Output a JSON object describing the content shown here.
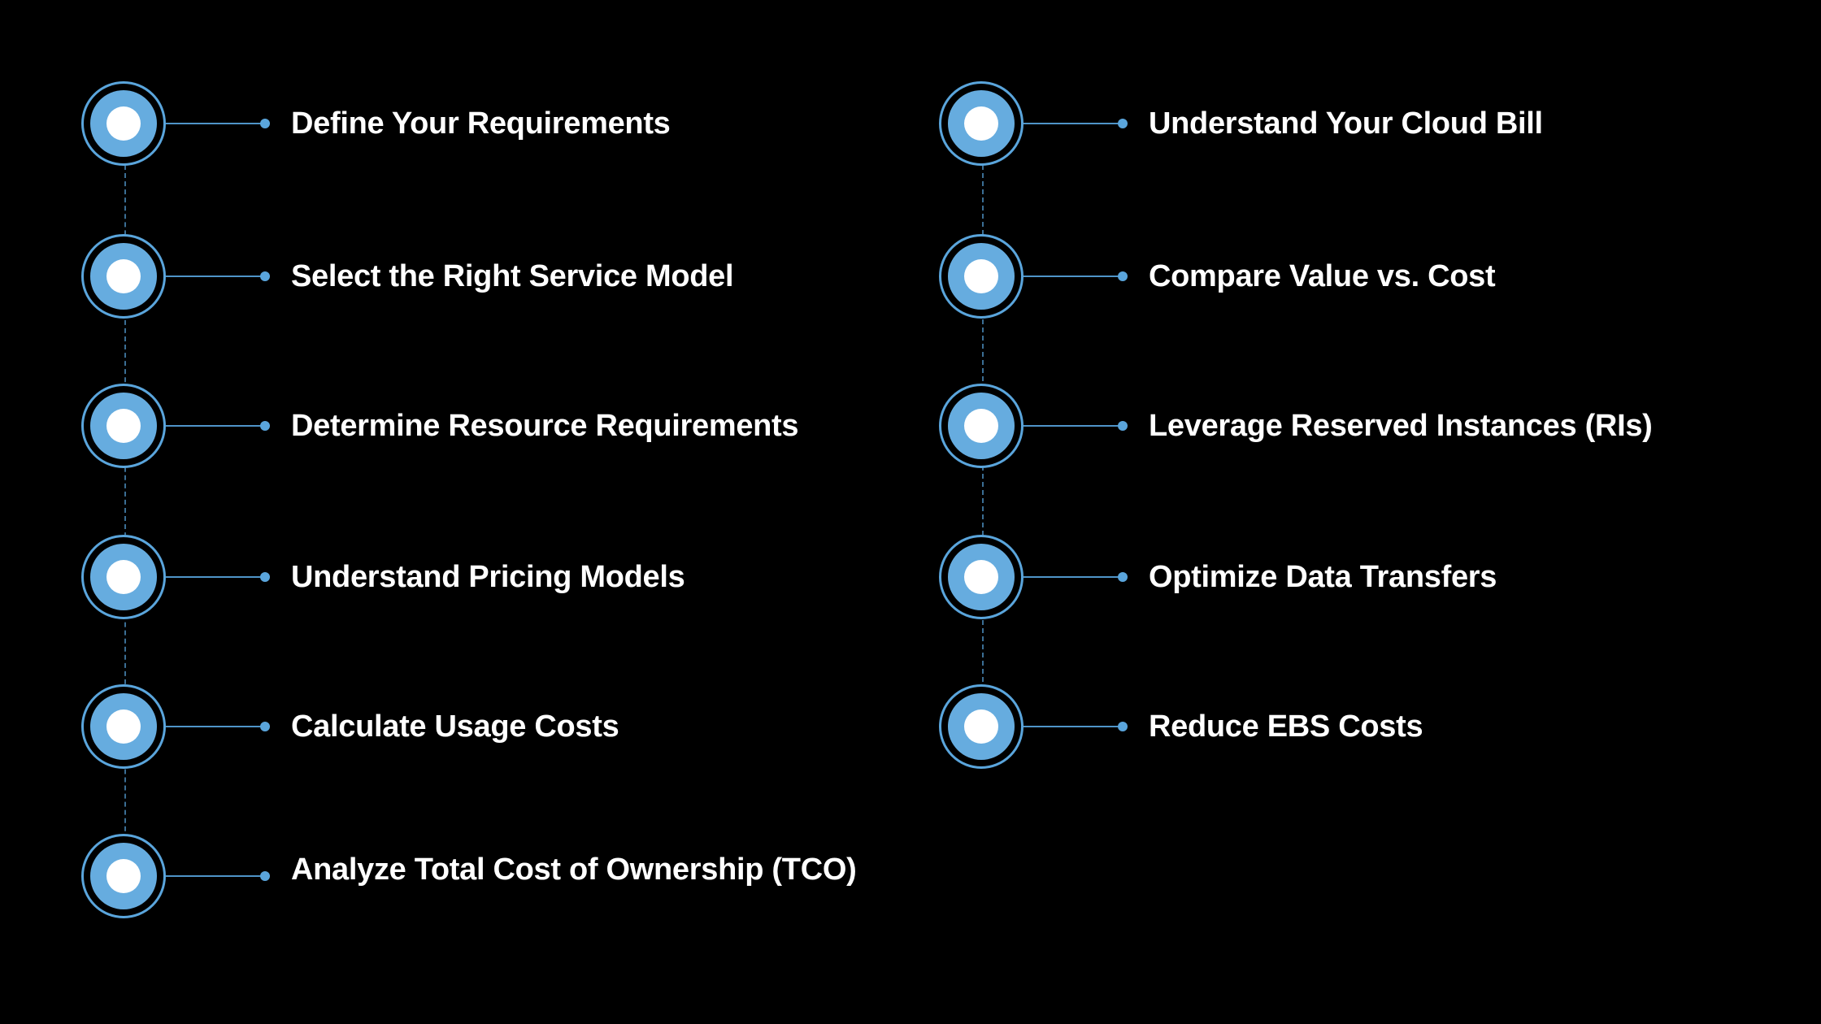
{
  "colors": {
    "background": "#000000",
    "accent": "#5aa5dc",
    "node_fill": "#66acdf",
    "text": "#ffffff"
  },
  "left_steps": [
    {
      "label": "Define Your Requirements"
    },
    {
      "label": "Select the Right Service Model"
    },
    {
      "label": "Determine Resource Requirements"
    },
    {
      "label": "Understand Pricing Models"
    },
    {
      "label": "Calculate Usage Costs"
    },
    {
      "label": "Analyze Total Cost of Ownership (TCO)"
    }
  ],
  "right_steps": [
    {
      "label": "Understand Your Cloud Bill"
    },
    {
      "label": "Compare Value vs. Cost"
    },
    {
      "label": "Leverage Reserved Instances (RIs)"
    },
    {
      "label": "Optimize Data Transfers"
    },
    {
      "label": "Reduce EBS Costs"
    }
  ]
}
